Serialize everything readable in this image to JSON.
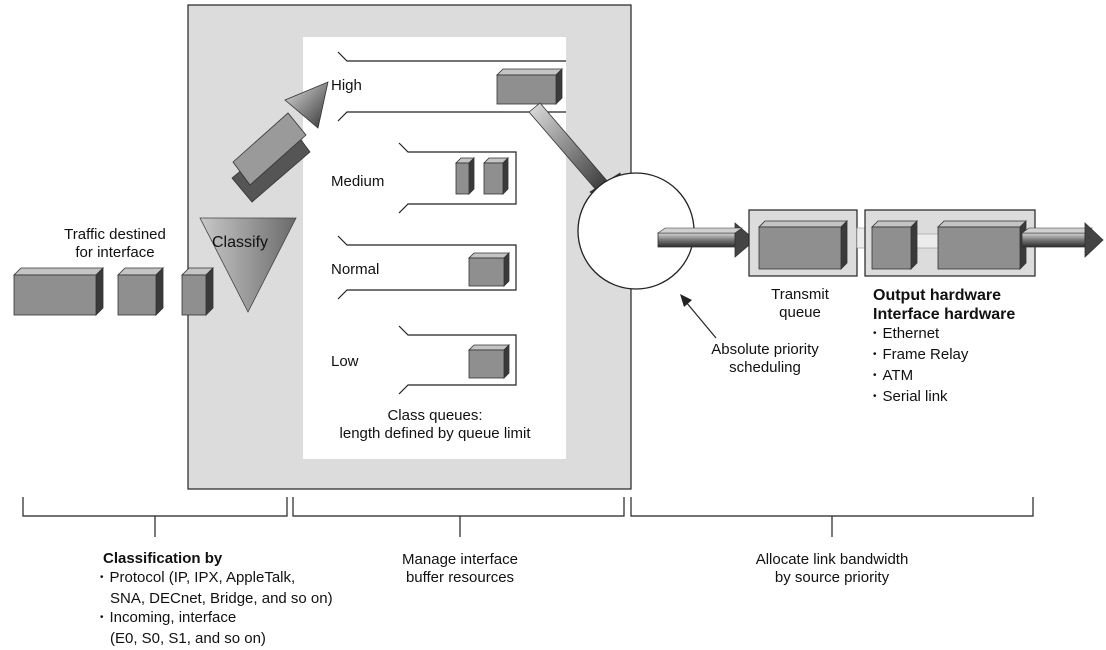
{
  "traffic_label": [
    "Traffic destined",
    "for interface"
  ],
  "classify_label": "Classify",
  "queues": [
    {
      "label": "High"
    },
    {
      "label": "Medium"
    },
    {
      "label": "Normal"
    },
    {
      "label": "Low"
    }
  ],
  "class_queues_caption": [
    "Class queues:",
    "length defined by queue limit"
  ],
  "scheduler_label": [
    "Absolute priority",
    "scheduling"
  ],
  "transmit_label": [
    "Transmit",
    "queue"
  ],
  "output_hardware": {
    "title1": "Output hardware",
    "title2": "Interface hardware",
    "items": [
      "Ethernet",
      "Frame Relay",
      "ATM",
      "Serial link"
    ]
  },
  "bottom": {
    "classification": {
      "title": "Classification by",
      "items": [
        [
          "Protocol (IP, IPX, AppleTalk,",
          "SNA, DECnet, Bridge, and so on)"
        ],
        [
          "Incoming, interface",
          "(E0, S0, S1, and so on)"
        ]
      ]
    },
    "manage": [
      "Manage interface",
      "buffer resources"
    ],
    "allocate": [
      "Allocate link bandwidth",
      "by source priority"
    ]
  }
}
